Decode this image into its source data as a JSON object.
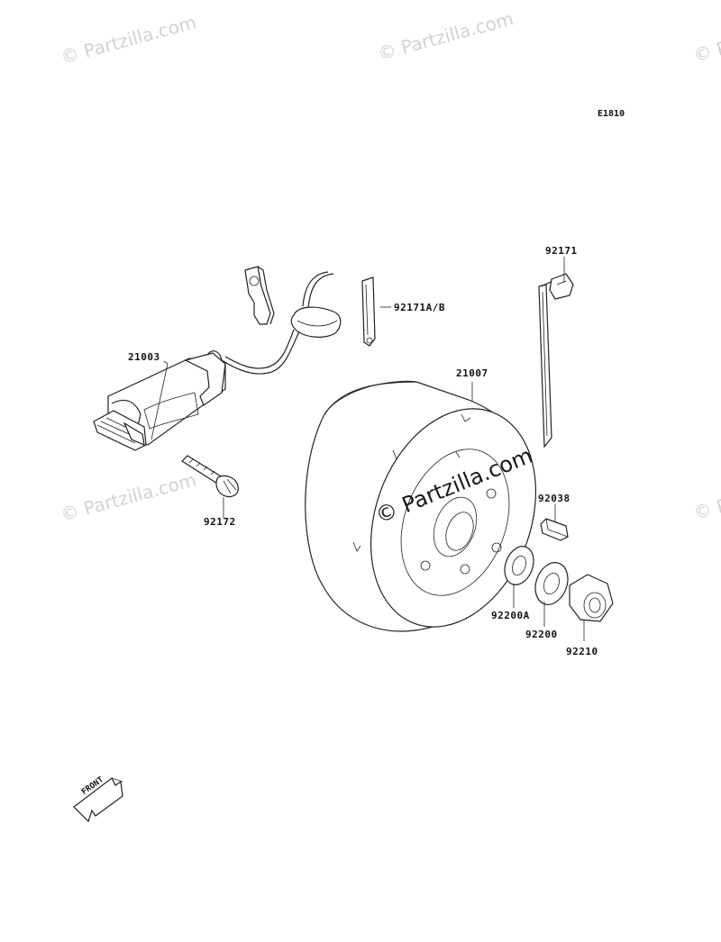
{
  "diagram_code": "E1810",
  "watermark": "© Partzilla.com",
  "callouts": [
    {
      "id": "21003",
      "text": "21003"
    },
    {
      "id": "92171AB",
      "text": "92171A/B"
    },
    {
      "id": "92171",
      "text": "92171"
    },
    {
      "id": "21007",
      "text": "21007"
    },
    {
      "id": "92172",
      "text": "92172"
    },
    {
      "id": "92038",
      "text": "92038"
    },
    {
      "id": "92200A",
      "text": "92200A"
    },
    {
      "id": "92200",
      "text": "92200"
    },
    {
      "id": "92210",
      "text": "92210"
    }
  ],
  "front_arrow_label": "FRONT"
}
